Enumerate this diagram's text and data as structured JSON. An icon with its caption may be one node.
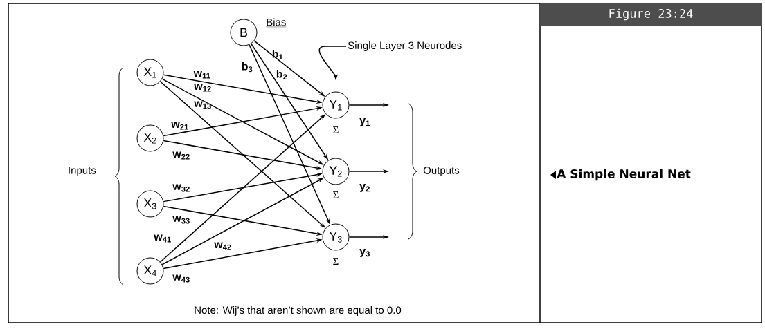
{
  "diagram": {
    "title": "Figure 23:24",
    "caption": "A Simple Neural Net",
    "nodes": [
      {
        "text": [
          "X$_{1}$"
        ]
      },
      {
        "text": [
          "X$_{2}$"
        ]
      },
      {
        "text": [
          "X$_{3}$"
        ]
      },
      {
        "text": [
          "X$_{4}$"
        ]
      },
      {
        "text": [
          "B"
        ],
        "beside": [
          "Bias"
        ]
      },
      {
        "text": [
          "Y$_{1}$"
        ],
        "beside": [
          "Σ"
        ]
      },
      {
        "text": [
          "Y$_{2}$"
        ],
        "beside": [
          "Σ"
        ]
      },
      {
        "text": [
          "Y$_{3}$"
        ],
        "beside": [
          "Σ"
        ]
      },
      {
        "text": [
          "Single Layer 3 Neurodes"
        ]
      }
    ],
    "edges": [
      {
        "from": 0,
        "to": 5,
        "arrow": "to",
        "label": "w$_{11}$"
      },
      {
        "from": 0,
        "to": 6,
        "arrow": "to",
        "label": "w$_{12}$"
      },
      {
        "from": 0,
        "to": 7,
        "arrow": "to",
        "label": "w$_{13}$"
      },
      {
        "from": 1,
        "to": 5,
        "arrow": "to",
        "label": "w$_{21}$"
      },
      {
        "from": 1,
        "to": 6,
        "arrow": "to",
        "label": "w$_{22}$"
      },
      {
        "from": 2,
        "to": 6,
        "arrow": "to",
        "label": "w$_{32}$"
      },
      {
        "from": 2,
        "to": 7,
        "arrow": "to",
        "label": "w$_{33}$"
      },
      {
        "from": 3,
        "to": 5,
        "arrow": "to",
        "label": "w$_{41}$"
      },
      {
        "from": 3,
        "to": 6,
        "arrow": "to",
        "label": "w$_{42}$"
      },
      {
        "from": 3,
        "to": 7,
        "arrow": "to",
        "label": "w$_{43}$"
      },
      {
        "from": 4,
        "to": 5,
        "arrow": "to",
        "label": "b$_{1}$"
      },
      {
        "from": 4,
        "to": 6,
        "arrow": "to",
        "label": "b$_{2}$"
      },
      {
        "from": 4,
        "to": 7,
        "arrow": "to",
        "label": "b$_{3}$"
      },
      {
        "from": 8,
        "to": 5,
        "arrow": "to"
      },
      {
        "from": 5,
        "to": null,
        "arrow": "to",
        "label": "y$_{1}$"
      },
      {
        "from": 6,
        "to": null,
        "arrow": "to",
        "label": "y$_{2}$"
      },
      {
        "from": 7,
        "to": null,
        "arrow": "to",
        "label": "y$_{3}$"
      }
    ],
    "labels": [
      "Inputs",
      "Outputs",
      "Note: Wij’s that aren’t shown are equal to 0.0"
    ]
  }
}
